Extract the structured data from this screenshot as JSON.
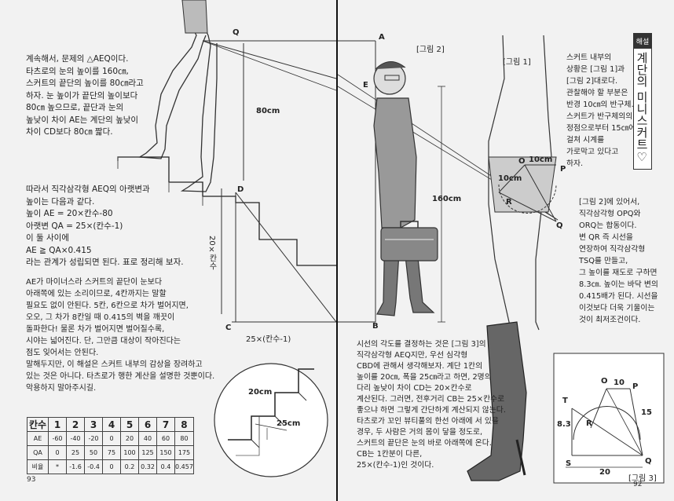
{
  "left_page": {
    "para1": "계속해서, 문제의 △AEQ이다.\n타츠로의 눈의 높이를 160㎝,\n스커트의 끝단의 높이를 80㎝라고\n하자. 눈 높이가 끝단의 높이보다\n80㎝ 높으므로, 끝단과 눈의\n높낮이 차이 AE는 계단의 높낮이\n차이 CD보다 80㎝ 짧다.",
    "para2": "따라서 직각삼각형 AEQ의 아랫변과\n높이는 다음과 같다.\n높이 AE = 20×칸수-80\n아랫변 QA = 25×(칸수-1)\n이 둘 사이에\nAE ≧ QA×0.415\n라는 관계가 성립되면 된다. 표로 정리해 보자.",
    "para3": "AE가 마이너스라 스커트의 끝단이 눈보다\n아래쪽에 있는 소리이므로, 4칸까지는 말할\n필요도 없이 안된다. 5칸, 6칸으로 차가 벌어지면,\n오오, 그 차가 8칸일 때 0.415의 벽을 깨끗이\n돌파한다! 물론 차가 벌어지면 벌어질수록,\n시야는 넓어진다. 단, 그만큼 대상이 작아진다는\n점도 잊어서는 안된다.\n말해두지만, 이 해설은 스커트 내부의 감상을 장려하고\n있는 것은 아니다. 타츠로가 행한 계산을 설명한 것뿐이다.\n악용하지 말아주시길.",
    "labels": {
      "Q": "Q",
      "A": "A",
      "E": "E",
      "D": "D",
      "C": "C",
      "B": "B",
      "cm80": "80cm",
      "stairs_vertical": "20×칸수",
      "stairs_horizontal": "25×(칸수-1)",
      "step_height": "20cm",
      "step_width": "25cm"
    },
    "table": {
      "header": [
        "칸수",
        "1",
        "2",
        "3",
        "4",
        "5",
        "6",
        "7",
        "8"
      ],
      "rows": [
        [
          "AE",
          "-60",
          "-40",
          "-20",
          "0",
          "20",
          "40",
          "60",
          "80"
        ],
        [
          "QA",
          "0",
          "25",
          "50",
          "75",
          "100",
          "125",
          "150",
          "175"
        ],
        [
          "비율",
          "*",
          "-1.6",
          "-0.4",
          "0",
          "0.2",
          "0.32",
          "0.4",
          "0.457"
        ]
      ]
    },
    "page_number": "93"
  },
  "right_page": {
    "fig2_label": "[그림 2]",
    "fig1_label": "[그림 1]",
    "fig3_label": "[그림 3]",
    "cm160": "160cm",
    "side_tag": "해설",
    "side_title": "계단의 미니스커트♡",
    "para_a": "스커트 내부의\n상황은 [그림 1]과\n[그림 2]대로다.\n관찰해야 할 부분은\n반경 10㎝의 반구체.\n스커트가 반구체의의\n정점으로부터 15㎝에\n걸쳐 시계를\n가로막고 있다고\n하자.",
    "para_b": "[그림 2]에 있어서,\n직각삼각형 OPQ와\nORQ는 합동이다.\n변 QR 즉 시선을\n연장하여 직각삼각형\nTSQ를 만들고,\n그 높이를 재도로 구하면\n8.3㎝. 높이는 바닥 변의\n0.415배가 된다. 시선을\n이것보다 더욱 기울이는\n것이 최저조건이다.",
    "para_c": "시선의 각도를 결정하는 것은 [그림 3]의\n직각삼각형 AEQ지만, 우선 심각형\nCBD에 관해서 생각해보자. 계단 1칸의\n높이를 20㎝, 폭을 25㎝라고 하면, 2명의\n다리 높낮이 차이 CD는 20×칸수로\n계산된다. 그러면, 전후거리 CB는 25×칸수로\n좋으냐 하면 그렇게 간단하게 계산되지 않는다.\n타츠로가 꼬인 뷰티풀의 한선 아래에 서 있을\n경우, 두 사람은 거의 몸이 닿을 정도로,\n스커트의 끝단은 눈의 바로 아래쪽에 온다.\nCB는 1칸분이 다른,\n25×(칸수-1)인 것이다.",
    "fig1_labels": {
      "O": "O",
      "P": "P",
      "R": "R",
      "Q": "Q",
      "r1": "10cm",
      "r2": "10cm"
    },
    "fig3_labels": {
      "O": "O",
      "P": "P",
      "R": "R",
      "T": "T",
      "S": "S",
      "Q": "Q",
      "n10": "10",
      "n15": "15",
      "n83": "8.3",
      "n20": "20"
    },
    "page_number": "92"
  }
}
